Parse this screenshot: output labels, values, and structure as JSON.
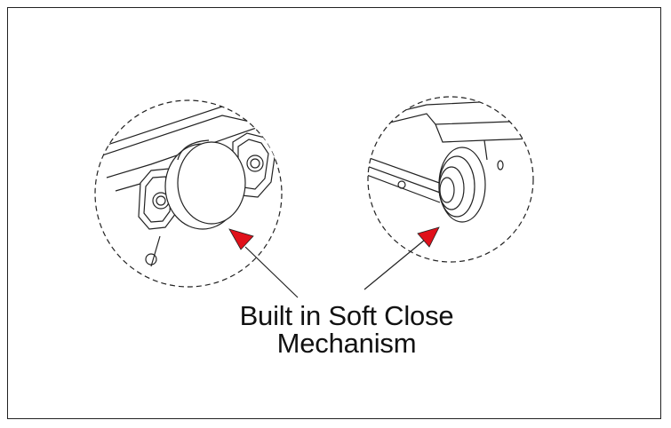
{
  "caption": {
    "line1": "Built in Soft Close",
    "line2": "Mechanism"
  },
  "colors": {
    "line": "#222222",
    "arrow": "#e0101a",
    "background": "#ffffff"
  },
  "icons": {
    "left_detail": "hinge-bumper-detail",
    "right_detail": "roller-wheel-detail"
  }
}
